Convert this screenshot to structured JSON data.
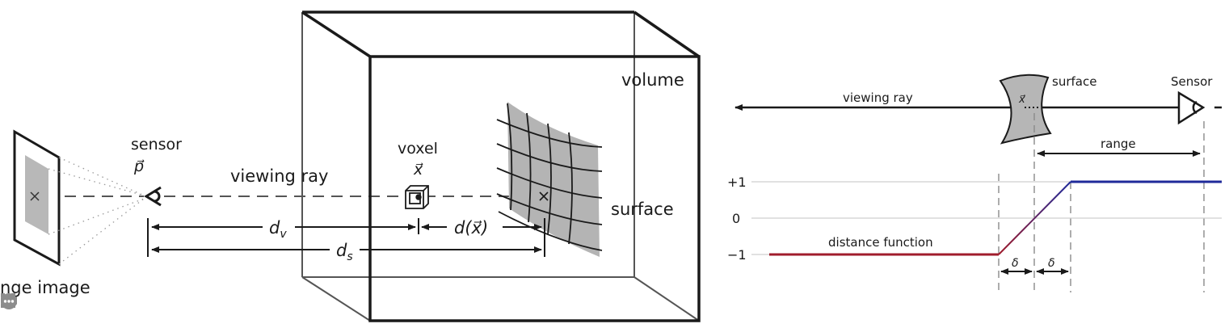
{
  "left_diagram": {
    "range_image_label": "nge image",
    "sensor_label": "sensor",
    "sensor_symbol": "p⃗",
    "viewing_ray_label": "viewing ray",
    "voxel_label": "voxel",
    "voxel_symbol": "x⃗",
    "volume_label": "volume",
    "surface_label": "surface",
    "dv_label": "d",
    "dv_sub": "v",
    "ds_label": "d",
    "ds_sub": "s",
    "dx_label": "d(x⃗)"
  },
  "right_diagram": {
    "viewing_ray_label": "viewing ray",
    "surface_label": "surface",
    "sensor_label": "Sensor",
    "x_symbol": "x⃗",
    "range_label": "range",
    "distance_function_label": "distance function",
    "delta_left": "δ",
    "delta_right": "δ",
    "y_ticks": [
      "+1",
      "0",
      "−1"
    ]
  },
  "toolbar": {
    "icons": [
      "pencil-icon",
      "focus-icon",
      "camera-icon",
      "comment-icon",
      "more-icon"
    ]
  },
  "colors": {
    "negative_segment": "#a01c2c",
    "positive_segment": "#1f2a9a",
    "surface_fill": "#b4b4b4",
    "toolbar_icon": "#8c8c8c"
  }
}
